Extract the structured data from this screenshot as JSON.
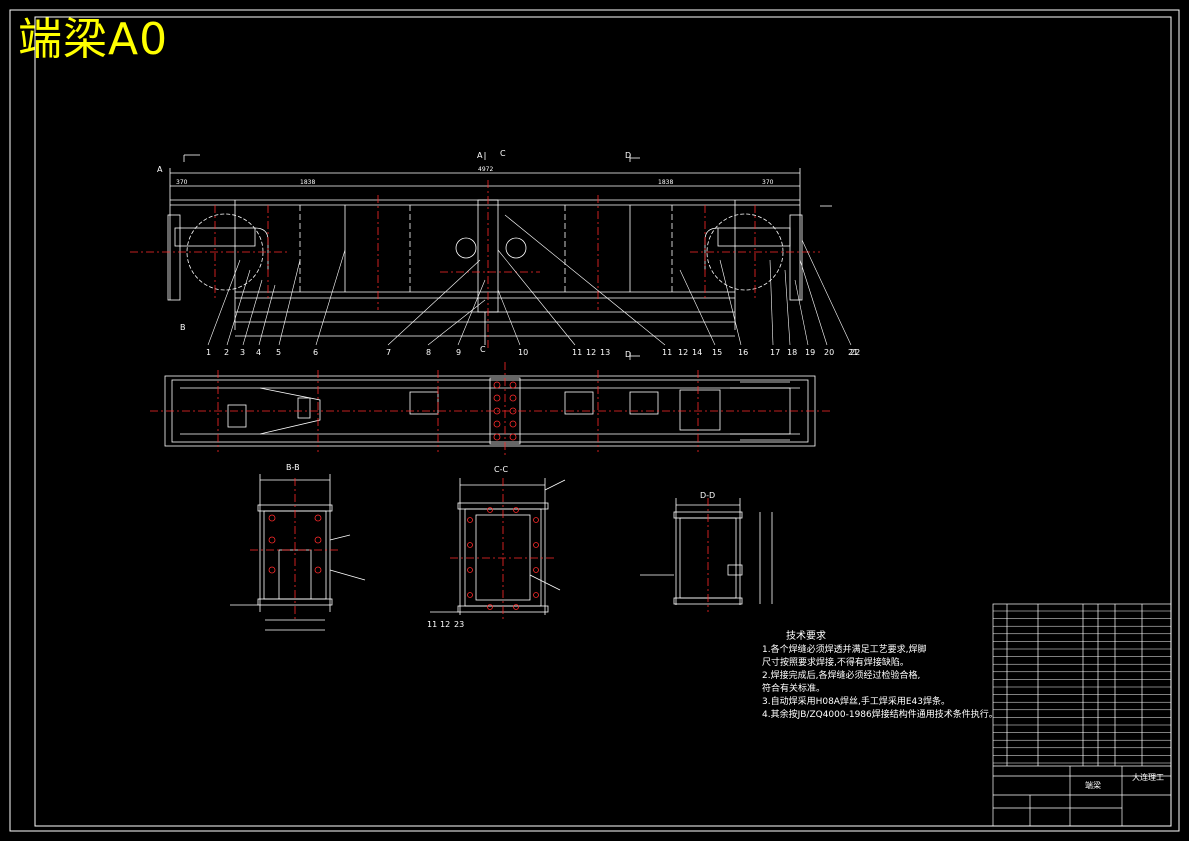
{
  "title": "端梁A0",
  "colors": {
    "background": "#000000",
    "lines": "#ffffff",
    "centerlines": "#ff2a2a",
    "title": "#ffff00"
  },
  "section_labels": {
    "b": "B-B",
    "c": "C-C",
    "d": "D-D"
  },
  "view_markers": {
    "a_top": "A",
    "c_top": "C",
    "d_top": "D",
    "d_mid": "D",
    "a_left": "A",
    "b_left": "B",
    "c_mid": "C"
  },
  "top_dimensions": {
    "overall": "4972",
    "left": "370",
    "left_span": "1838",
    "right_span": "1838",
    "right": "370"
  },
  "balloons": [
    "1",
    "2",
    "3",
    "4",
    "5",
    "6",
    "7",
    "8",
    "9",
    "10",
    "11",
    "12",
    "13",
    "11",
    "12",
    "14",
    "15",
    "16",
    "17",
    "18",
    "19",
    "20",
    "21",
    "22"
  ],
  "cc_balloons": [
    "11",
    "12",
    "23"
  ],
  "tech_requirements": {
    "heading": "技术要求",
    "lines": [
      "1.各个焊缝必须焊透并满足工艺要求,焊脚",
      "  尺寸按照要求焊接,不得有焊接缺陷。",
      "2.焊接完成后,各焊缝必须经过检验合格,",
      "  符合有关标准。",
      "3.自动焊采用H08A焊丝,手工焊采用E43焊条。",
      "4.其余按JB/ZQ4000-1986焊接结构件通用技术条件执行。"
    ]
  },
  "title_block": {
    "part_name": "端梁",
    "project": "大连理工"
  }
}
